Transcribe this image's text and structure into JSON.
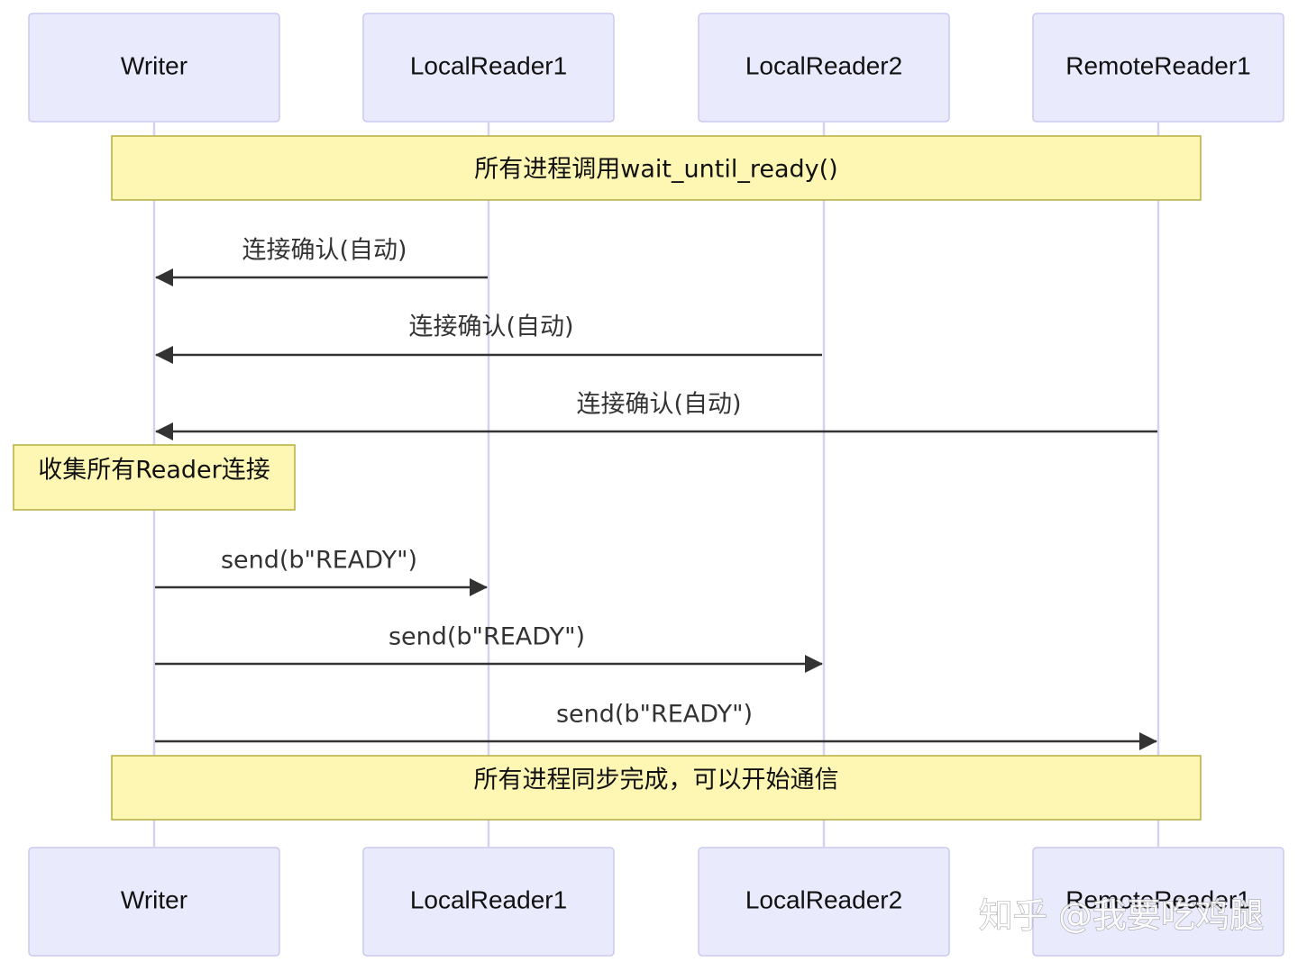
{
  "actors": [
    {
      "id": "writer",
      "label": "Writer"
    },
    {
      "id": "local1",
      "label": "LocalReader1"
    },
    {
      "id": "local2",
      "label": "LocalReader2"
    },
    {
      "id": "remote1",
      "label": "RemoteReader1"
    }
  ],
  "notes": {
    "wait_all": "所有进程调用wait_until_ready()",
    "collect": "收集所有Reader连接",
    "sync_done": "所有进程同步完成，可以开始通信"
  },
  "messages": [
    {
      "from": "LocalReader1",
      "to": "Writer",
      "label": "连接确认(自动)"
    },
    {
      "from": "LocalReader2",
      "to": "Writer",
      "label": "连接确认(自动)"
    },
    {
      "from": "RemoteReader1",
      "to": "Writer",
      "label": "连接确认(自动)"
    },
    {
      "from": "Writer",
      "to": "LocalReader1",
      "label": "send(b\"READY\")"
    },
    {
      "from": "Writer",
      "to": "LocalReader2",
      "label": "send(b\"READY\")"
    },
    {
      "from": "Writer",
      "to": "RemoteReader1",
      "label": "send(b\"READY\")"
    }
  ],
  "watermark": "知乎 @我要吃鸡腿",
  "colors": {
    "actor_fill": "#eaeafd",
    "actor_border": "#c9c9ee",
    "lifeline": "#d6d2ee",
    "note_fill": "#fdf7b3",
    "note_border": "#b6ad3c",
    "arrow": "#333333"
  }
}
